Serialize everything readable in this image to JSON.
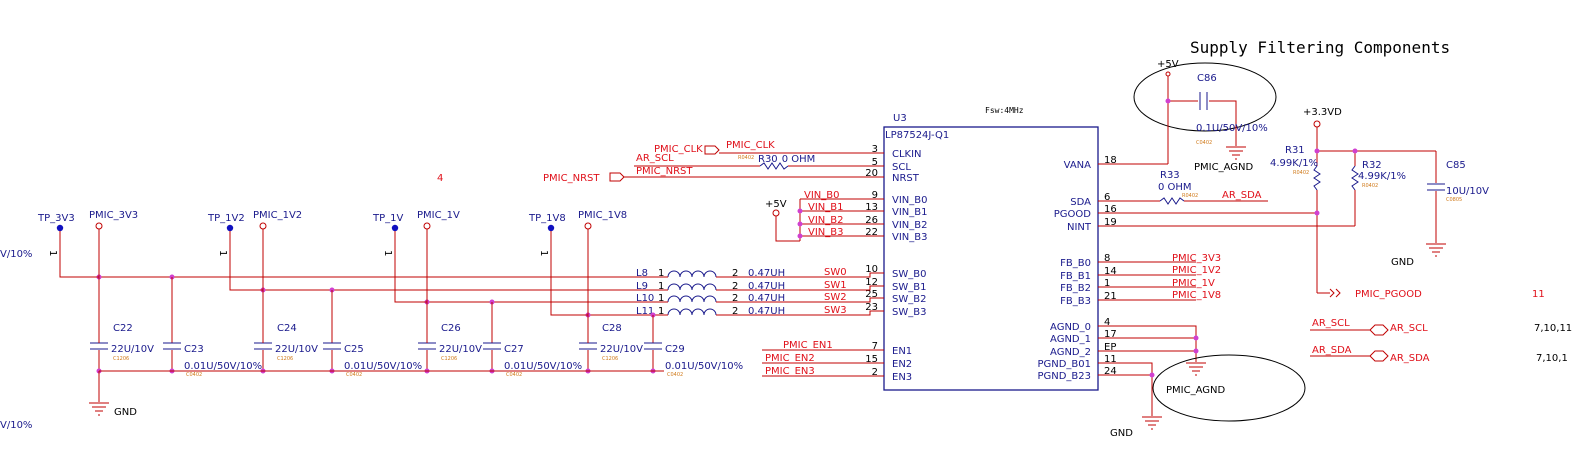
{
  "title": "Supply Filtering Components",
  "colors": {
    "wire": "#c00000",
    "part": "#1a1a8c",
    "net_label": "#e0101a",
    "junction": "#d040d0"
  },
  "ic": {
    "designator": "U3",
    "part": "LP87524J-Q1",
    "note": "Fsw:4MHz",
    "left_pins": [
      {
        "name": "CLKIN",
        "num": "3"
      },
      {
        "name": "SCL",
        "num": "5"
      },
      {
        "name": "NRST",
        "num": "20"
      },
      {
        "name": "VIN_B0",
        "num": "9"
      },
      {
        "name": "VIN_B1",
        "num": "13"
      },
      {
        "name": "VIN_B2",
        "num": "26"
      },
      {
        "name": "VIN_B3",
        "num": "22"
      },
      {
        "name": "SW_B0",
        "num": "10"
      },
      {
        "name": "SW_B1",
        "num": "12"
      },
      {
        "name": "SW_B2",
        "num": "25"
      },
      {
        "name": "SW_B3",
        "num": "23"
      },
      {
        "name": "EN1",
        "num": "7"
      },
      {
        "name": "EN2",
        "num": "15"
      },
      {
        "name": "EN3",
        "num": "2"
      }
    ],
    "right_pins": [
      {
        "name": "VANA",
        "num": "18"
      },
      {
        "name": "SDA",
        "num": "6"
      },
      {
        "name": "PGOOD",
        "num": "16"
      },
      {
        "name": "NINT",
        "num": "19"
      },
      {
        "name": "FB_B0",
        "num": "8"
      },
      {
        "name": "FB_B1",
        "num": "14"
      },
      {
        "name": "FB_B2",
        "num": "1"
      },
      {
        "name": "FB_B3",
        "num": "21"
      },
      {
        "name": "AGND_0",
        "num": "4"
      },
      {
        "name": "AGND_1",
        "num": "17"
      },
      {
        "name": "AGND_2",
        "num": "EP"
      },
      {
        "name": "PGND_B01",
        "num": "11"
      },
      {
        "name": "PGND_B23",
        "num": "24"
      }
    ]
  },
  "nets": {
    "pmic_clk_port": "PMIC_CLK",
    "pmic_clk": "PMIC_CLK",
    "ar_scl": "AR_SCL",
    "pmic_nrst_port": "PMIC_NRST",
    "pmic_nrst": "PMIC_NRST",
    "sheet_ref_4": "4",
    "vin_b0": "VIN_B0",
    "vin_b1": "VIN_B1",
    "vin_b2": "VIN_B2",
    "vin_b3": "VIN_B3",
    "sw0": "SW0",
    "sw1": "SW1",
    "sw2": "SW2",
    "sw3": "SW3",
    "pmic_en1": "PMIC_EN1",
    "pmic_en2": "PMIC_EN2",
    "pmic_en3": "PMIC_EN3",
    "ar_sda": "AR_SDA",
    "fb_3v3": "PMIC_3V3",
    "fb_1v2": "PMIC_1V2",
    "fb_1v": "PMIC_1V",
    "fb_1v8": "PMIC_1V8",
    "pmic_pgood": "PMIC_PGOOD",
    "pgood_ref": "11",
    "ar_scl_port_a": "AR_SCL",
    "ar_scl_port_b": "AR_SCL",
    "ar_scl_ref": "7,10,11",
    "ar_sda_port_a": "AR_SDA",
    "ar_sda_port_b": "AR_SDA",
    "ar_sda_ref": "7,10,1",
    "pmic_agnd_top": "PMIC_AGND",
    "pmic_agnd_bottom": "PMIC_AGND",
    "gnd_left": "GND",
    "gnd_bottom": "GND",
    "gnd_right": "GND"
  },
  "power": {
    "p5v_top": "+5V",
    "p5v_vin": "+5V",
    "p3v3d": "+3.3VD"
  },
  "testpoints": [
    {
      "label": "TP_3V3",
      "net": "PMIC_3V3",
      "pin": "1"
    },
    {
      "label": "TP_1V2",
      "net": "PMIC_1V2",
      "pin": "1"
    },
    {
      "label": "TP_1V",
      "net": "PMIC_1V",
      "pin": "1"
    },
    {
      "label": "TP_1V8",
      "net": "PMIC_1V8",
      "pin": "1"
    }
  ],
  "inductors": [
    {
      "ref": "L8",
      "value": "0.47UH",
      "p1": "1",
      "p2": "2"
    },
    {
      "ref": "L9",
      "value": "0.47UH",
      "p1": "1",
      "p2": "2"
    },
    {
      "ref": "L10",
      "value": "0.47UH",
      "p1": "1",
      "p2": "2"
    },
    {
      "ref": "L11",
      "value": "0.47UH",
      "p1": "1",
      "p2": "2"
    }
  ],
  "capacitors": [
    {
      "ref": "C22",
      "value": "22U/10V",
      "pkg": "C1206"
    },
    {
      "ref": "C23",
      "value": "0.01U/50V/10%",
      "pkg": "C0402"
    },
    {
      "ref": "C24",
      "value": "22U/10V",
      "pkg": "C1206"
    },
    {
      "ref": "C25",
      "value": "0.01U/50V/10%",
      "pkg": "C0402"
    },
    {
      "ref": "C26",
      "value": "22U/10V",
      "pkg": "C1206"
    },
    {
      "ref": "C27",
      "value": "0.01U/50V/10%",
      "pkg": "C0402"
    },
    {
      "ref": "C28",
      "value": "22U/10V",
      "pkg": "C1206"
    },
    {
      "ref": "C29",
      "value": "0.01U/50V/10%",
      "pkg": "C0402"
    },
    {
      "ref": "C86",
      "value": "0.1U/50V/10%",
      "pkg": "C0402"
    },
    {
      "ref": "C85",
      "value": "10U/10V",
      "pkg": "C0805"
    }
  ],
  "resistors": [
    {
      "ref": "R30",
      "value": "0 OHM",
      "pkg": "R0402"
    },
    {
      "ref": "R33",
      "value": "0 OHM",
      "pkg": "R0402"
    },
    {
      "ref": "R31",
      "value": "4.99K/1%",
      "pkg": "R0402"
    },
    {
      "ref": "R32",
      "value": "4.99K/1%",
      "pkg": "R0402"
    }
  ],
  "edge_fragments": {
    "left_top": "V/10%",
    "left_bottom": "V/10%"
  }
}
